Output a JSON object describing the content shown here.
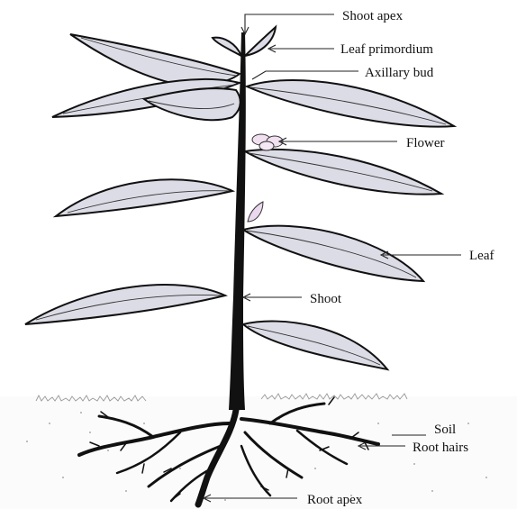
{
  "labels": {
    "shoot_apex": "Shoot apex",
    "leaf_primordium": "Leaf primordium",
    "axillary_bud": "Axillary bud",
    "flower": "Flower",
    "leaf": "Leaf",
    "shoot": "Shoot",
    "soil": "Soil",
    "root_hairs": "Root hairs",
    "root_apex": "Root apex"
  }
}
